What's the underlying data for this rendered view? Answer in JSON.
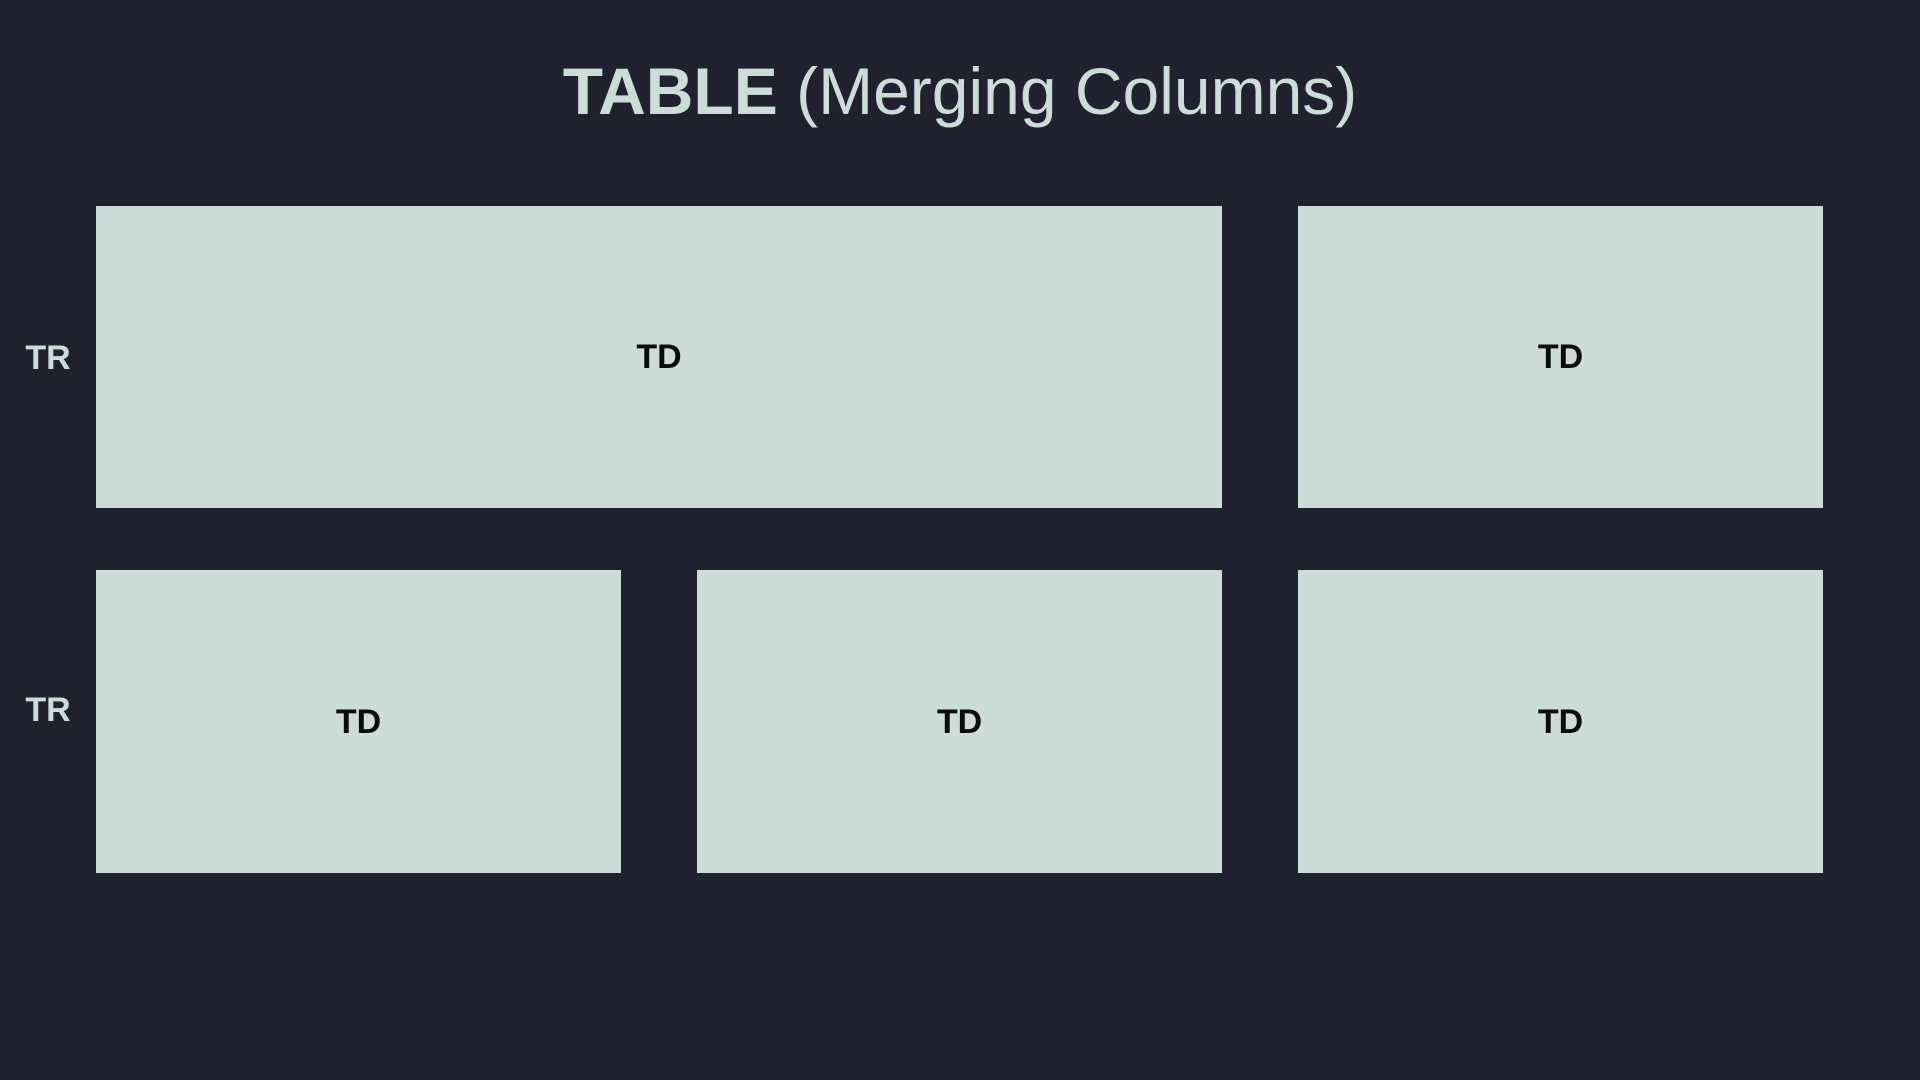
{
  "title": {
    "bold": "TABLE",
    "regular": "(Merging Columns)"
  },
  "colors": {
    "background": "#20232f",
    "cell_fill": "#cbddd6",
    "cell_text": "#0b0b0b",
    "title_text": "#cbddd6"
  },
  "rows": [
    {
      "label": "TR",
      "cells": [
        {
          "label": "TD",
          "colspan": 2
        },
        {
          "label": "TD",
          "colspan": 1
        }
      ]
    },
    {
      "label": "TR",
      "cells": [
        {
          "label": "TD",
          "colspan": 1
        },
        {
          "label": "TD",
          "colspan": 1
        },
        {
          "label": "TD",
          "colspan": 1
        }
      ]
    }
  ]
}
